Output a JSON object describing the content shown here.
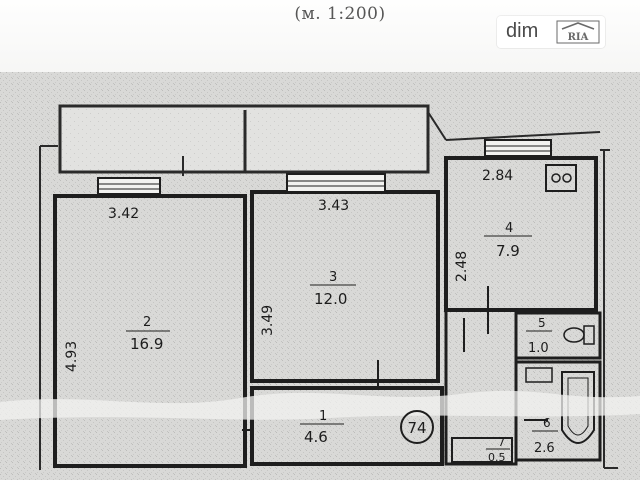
{
  "scale_label": "(м. 1:200)",
  "watermark": {
    "text": "dim",
    "logo_text": "RIA"
  },
  "dimensions": {
    "room2_width": "3.42",
    "room3_width": "3.43",
    "room4_width": "2.84",
    "room2_depth": "4.93",
    "room3_depth": "3.49",
    "room4_depth": "2.48"
  },
  "rooms": [
    {
      "number": "1",
      "area": "4.6"
    },
    {
      "number": "2",
      "area": "16.9"
    },
    {
      "number": "3",
      "area": "12.0"
    },
    {
      "number": "4",
      "area": "7.9"
    },
    {
      "number": "5",
      "area": "1.0"
    },
    {
      "number": "6",
      "area": "2.6"
    },
    {
      "number": "7",
      "area": "0.5"
    }
  ],
  "apartment_number": "74",
  "colors": {
    "ink": "#1c1c1c",
    "paper_shade": "#d8d8d6"
  }
}
